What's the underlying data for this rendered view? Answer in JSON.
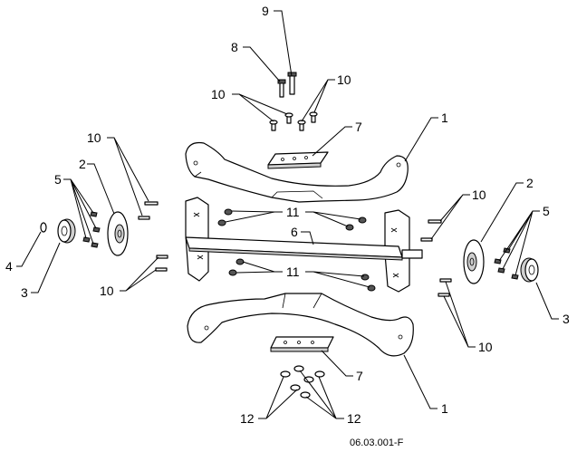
{
  "diagram": {
    "drawing_code": "06.03.001-F",
    "callouts": {
      "c9": "9",
      "c8": "8",
      "c10_top_left": "10",
      "c10_top_right": "10",
      "c7_top": "7",
      "c1_top": "1",
      "c10_left_upper": "10",
      "c5_left": "5",
      "c2_left": "2",
      "c4": "4",
      "c3_left": "3",
      "c10_left_lower": "10",
      "c11_upper": "11",
      "c6": "6",
      "c11_lower": "11",
      "c10_right_upper": "10",
      "c2_right": "2",
      "c5_right": "5",
      "c3_right": "3",
      "c10_right_lower": "10",
      "c7_bottom": "7",
      "c1_bottom": "1",
      "c12_left": "12",
      "c12_right": "12"
    }
  }
}
